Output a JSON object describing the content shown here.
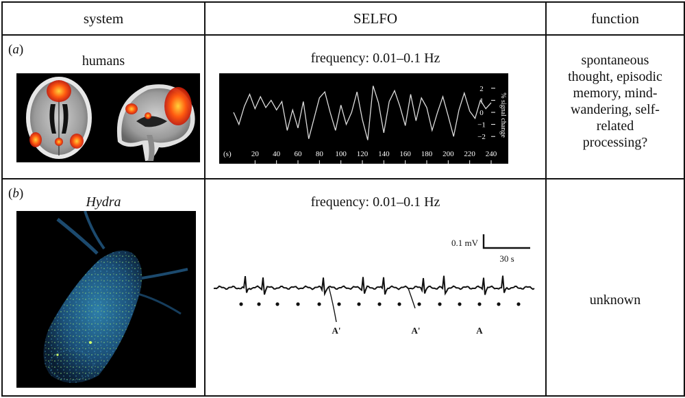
{
  "headers": {
    "system": "system",
    "selfo": "SELFO",
    "function": "function"
  },
  "row_a": {
    "letter": "a",
    "system_title": "humans",
    "frequency": "frequency: 0.01–0.1 Hz",
    "function_lines": [
      "spontaneous",
      "thought, episodic",
      "memory, mind-",
      "wandering, self-",
      "related",
      "processing?"
    ],
    "plot": {
      "x_unit": "(s)",
      "x_ticks": [
        "20",
        "40",
        "60",
        "80",
        "100",
        "120",
        "140",
        "160",
        "180",
        "200",
        "220",
        "240"
      ],
      "y_ticks": [
        "2",
        "1",
        "0",
        "−1",
        "−2"
      ],
      "y_label": "% signal change"
    }
  },
  "row_b": {
    "letter": "b",
    "system_title": "Hydra",
    "frequency": "frequency: 0.01–0.1 Hz",
    "function_text": "unknown",
    "scale_voltage": "0.1 mV",
    "scale_time": "30 s",
    "marker_label": "A'"
  },
  "colors": {
    "border": "#111111",
    "signal": "#dddddd",
    "panel_bg": "#000000"
  },
  "chart_data": {
    "type": "line",
    "x": [
      0,
      5,
      10,
      15,
      20,
      25,
      30,
      35,
      40,
      45,
      50,
      55,
      60,
      65,
      70,
      75,
      80,
      85,
      90,
      95,
      100,
      105,
      110,
      115,
      120,
      125,
      130,
      135,
      140,
      145,
      150,
      155,
      160,
      165,
      170,
      175,
      180,
      185,
      190,
      195,
      200,
      205,
      210,
      215,
      220,
      225,
      230,
      235,
      240
    ],
    "values": [
      0,
      -1,
      0.5,
      1.5,
      0.3,
      1.3,
      0.4,
      1,
      0.2,
      0.9,
      -1.5,
      0.2,
      -1.3,
      0.9,
      -2.2,
      -0.5,
      1.2,
      1.7,
      0,
      -1.5,
      0.6,
      -1,
      0,
      1.7,
      -0.6,
      -2.3,
      2.2,
      0.8,
      -1.7,
      0.9,
      1.8,
      0.5,
      -1.1,
      1.5,
      -0.7,
      1.2,
      0.4,
      -1.5,
      0,
      1.3,
      -0.3,
      -2,
      0.2,
      1.6,
      0.1,
      -0.5,
      1,
      0.3,
      0.8
    ],
    "xlabel": "(s)",
    "ylabel": "% signal change",
    "xlim": [
      0,
      240
    ],
    "ylim": [
      -2.5,
      2.5
    ],
    "x_ticks": [
      20,
      40,
      60,
      80,
      100,
      120,
      140,
      160,
      180,
      200,
      220,
      240
    ],
    "y_ticks": [
      2,
      1,
      0,
      -1,
      -2
    ],
    "grid": false
  }
}
